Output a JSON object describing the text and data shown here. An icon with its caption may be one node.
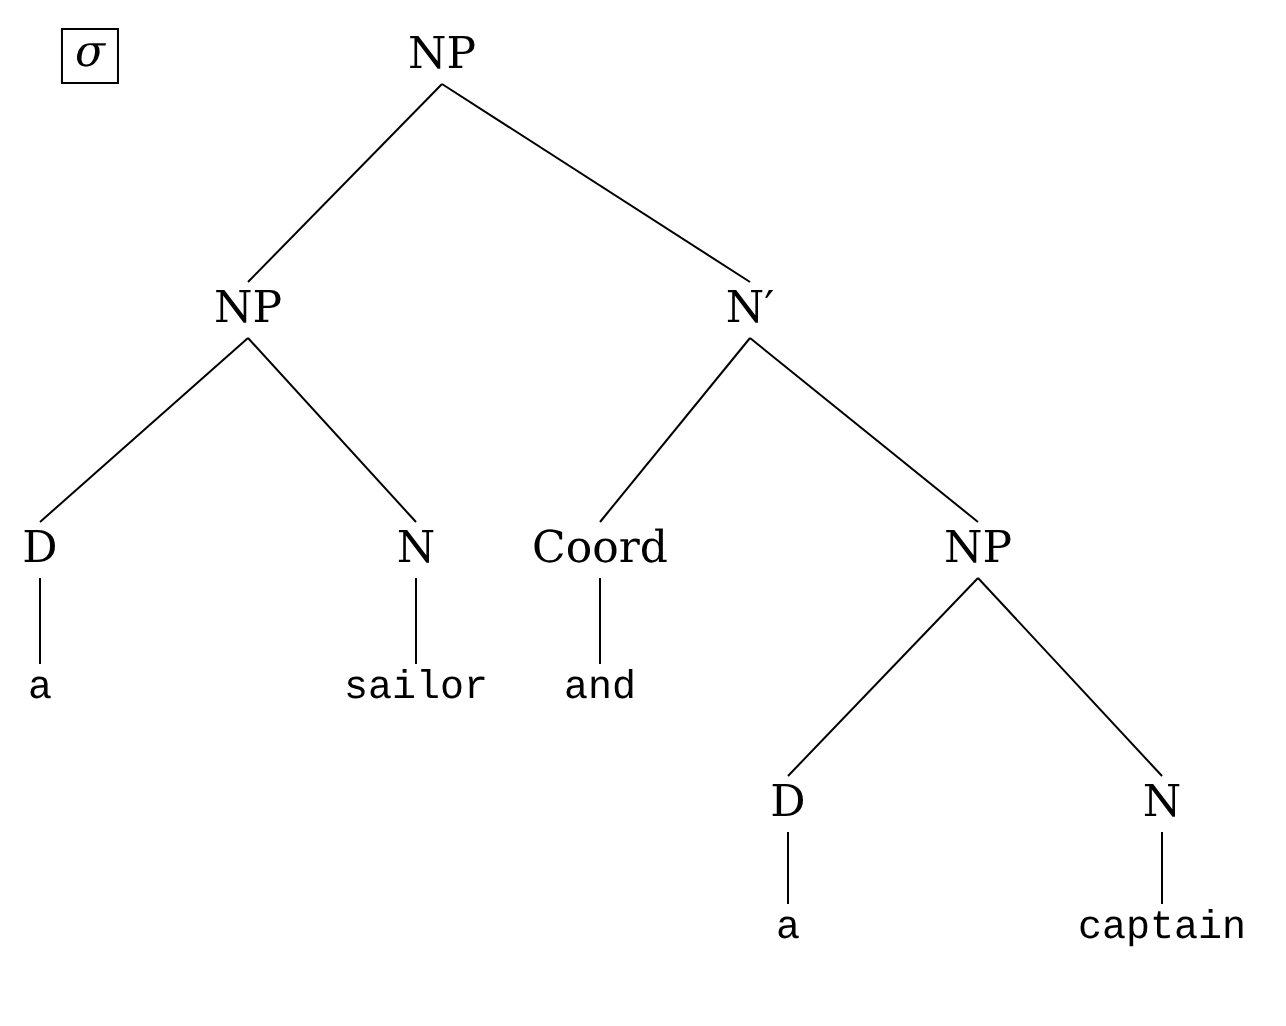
{
  "diagram": {
    "nodes": [
      {
        "text": [
          "σ"
        ]
      },
      {
        "text": [
          "NP"
        ]
      },
      {
        "text": [
          "NP"
        ]
      },
      {
        "text": [
          "N′"
        ]
      },
      {
        "text": [
          "D"
        ]
      },
      {
        "text": [
          "N"
        ]
      },
      {
        "text": [
          "Coord"
        ]
      },
      {
        "text": [
          "NP"
        ]
      },
      {
        "text": [
          "a"
        ]
      },
      {
        "text": [
          "sailor"
        ]
      },
      {
        "text": [
          "and"
        ]
      },
      {
        "text": [
          "D"
        ]
      },
      {
        "text": [
          "N"
        ]
      },
      {
        "text": [
          "a"
        ]
      },
      {
        "text": [
          "captain"
        ]
      }
    ],
    "edges": [
      {
        "from": 1,
        "to": 2,
        "arrow": "none"
      },
      {
        "from": 1,
        "to": 3,
        "arrow": "none"
      },
      {
        "from": 2,
        "to": 4,
        "arrow": "none"
      },
      {
        "from": 2,
        "to": 5,
        "arrow": "none"
      },
      {
        "from": 3,
        "to": 6,
        "arrow": "none"
      },
      {
        "from": 3,
        "to": 7,
        "arrow": "none"
      },
      {
        "from": 4,
        "to": 8,
        "arrow": "none"
      },
      {
        "from": 5,
        "to": 9,
        "arrow": "none"
      },
      {
        "from": 6,
        "to": 10,
        "arrow": "none"
      },
      {
        "from": 7,
        "to": 11,
        "arrow": "none"
      },
      {
        "from": 7,
        "to": 12,
        "arrow": "none"
      },
      {
        "from": 11,
        "to": 13,
        "arrow": "none"
      },
      {
        "from": 12,
        "to": 14,
        "arrow": "none"
      }
    ]
  }
}
